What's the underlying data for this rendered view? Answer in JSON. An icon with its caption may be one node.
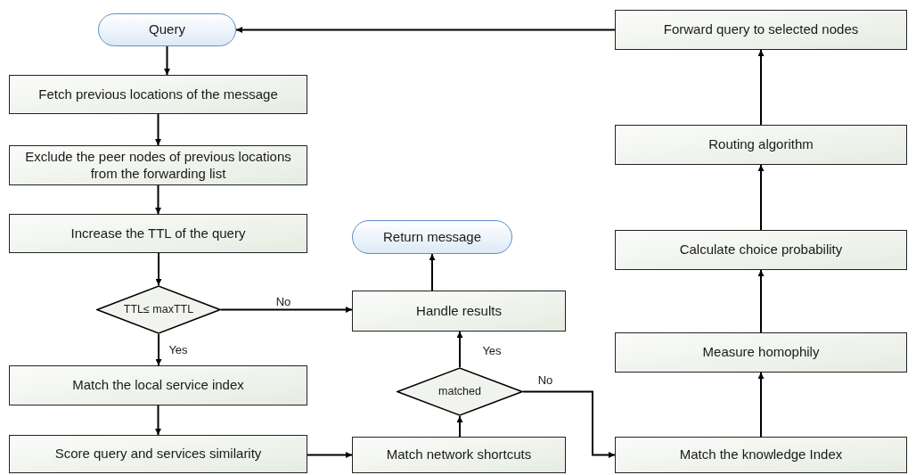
{
  "diagram": {
    "nodes": [
      {
        "text": [
          "Query"
        ]
      },
      {
        "text": [
          "Fetch previous locations of the message"
        ]
      },
      {
        "text": [
          "Exclude the peer nodes of previous locations from the forwarding list"
        ]
      },
      {
        "text": [
          "Increase the TTL of the query"
        ]
      },
      {
        "text": [
          "TTL≤ maxTTL"
        ]
      },
      {
        "text": [
          "Match the local service index"
        ]
      },
      {
        "text": [
          "Score query and services similarity"
        ]
      },
      {
        "text": [
          "Return message"
        ]
      },
      {
        "text": [
          "Handle results"
        ]
      },
      {
        "text": [
          "matched"
        ]
      },
      {
        "text": [
          "Match network shortcuts"
        ]
      },
      {
        "text": [
          "Match the knowledge Index"
        ]
      },
      {
        "text": [
          "Measure homophily"
        ]
      },
      {
        "text": [
          "Calculate choice probability"
        ]
      },
      {
        "text": [
          "Routing algorithm"
        ]
      },
      {
        "text": [
          "Forward query to selected nodes"
        ]
      }
    ],
    "edges": [
      {
        "from": 0,
        "to": 1,
        "arrow": "to"
      },
      {
        "from": 1,
        "to": 2,
        "arrow": "to"
      },
      {
        "from": 2,
        "to": 3,
        "arrow": "to"
      },
      {
        "from": 3,
        "to": 4,
        "arrow": "to"
      },
      {
        "from": 4,
        "to": 8,
        "arrow": "to",
        "label": "No"
      },
      {
        "from": 4,
        "to": 5,
        "arrow": "to",
        "label": "Yes"
      },
      {
        "from": 5,
        "to": 6,
        "arrow": "to"
      },
      {
        "from": 6,
        "to": 10,
        "arrow": "to"
      },
      {
        "from": 10,
        "to": 9,
        "arrow": "to"
      },
      {
        "from": 9,
        "to": 8,
        "arrow": "to",
        "label": "Yes"
      },
      {
        "from": 8,
        "to": 7,
        "arrow": "to"
      },
      {
        "from": 9,
        "to": 11,
        "arrow": "to",
        "label": "No"
      },
      {
        "from": 11,
        "to": 12,
        "arrow": "to"
      },
      {
        "from": 12,
        "to": 13,
        "arrow": "to"
      },
      {
        "from": 13,
        "to": 14,
        "arrow": "to"
      },
      {
        "from": 14,
        "to": 15,
        "arrow": "to"
      },
      {
        "from": 15,
        "to": 0,
        "arrow": "to"
      }
    ]
  }
}
